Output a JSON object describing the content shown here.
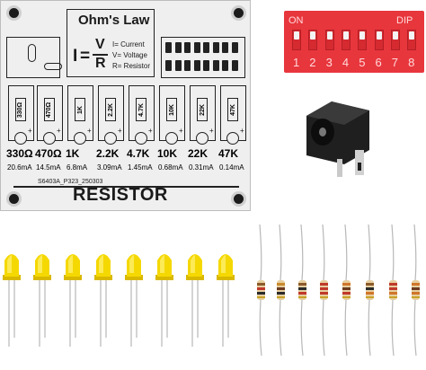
{
  "pcb": {
    "title": "Ohm's Law",
    "formula": {
      "i": "I",
      "eq": "=",
      "v": "V",
      "r": "R"
    },
    "legend": [
      "I= Current",
      "V= Voltage",
      "R= Resistor"
    ],
    "resistor_labels": [
      "330Ω",
      "470Ω",
      "1K",
      "2.2K",
      "4.7K",
      "10K",
      "22K",
      "47K"
    ],
    "values": [
      "330Ω",
      "470Ω",
      "1K",
      "2.2K",
      "4.7K",
      "10K",
      "22K",
      "47K"
    ],
    "currents": [
      "20.6mA",
      "14.5mA",
      "6.8mA",
      "3.09mA",
      "1.45mA",
      "0.68mA",
      "0.31mA",
      "0.14mA"
    ],
    "code": "S6403A_P323_250303",
    "label": "RESISTOR",
    "plus": "+"
  },
  "dip": {
    "on": "ON",
    "dip": "DIP",
    "numbers": [
      "1",
      "2",
      "3",
      "4",
      "5",
      "6",
      "7",
      "8"
    ]
  },
  "colors": {
    "pcb": "#efefef",
    "dip": "#e8363d",
    "led": "#f5d800",
    "jack": "#1f1f1f"
  },
  "components": {
    "led_count": 8,
    "resistor_count": 8
  }
}
